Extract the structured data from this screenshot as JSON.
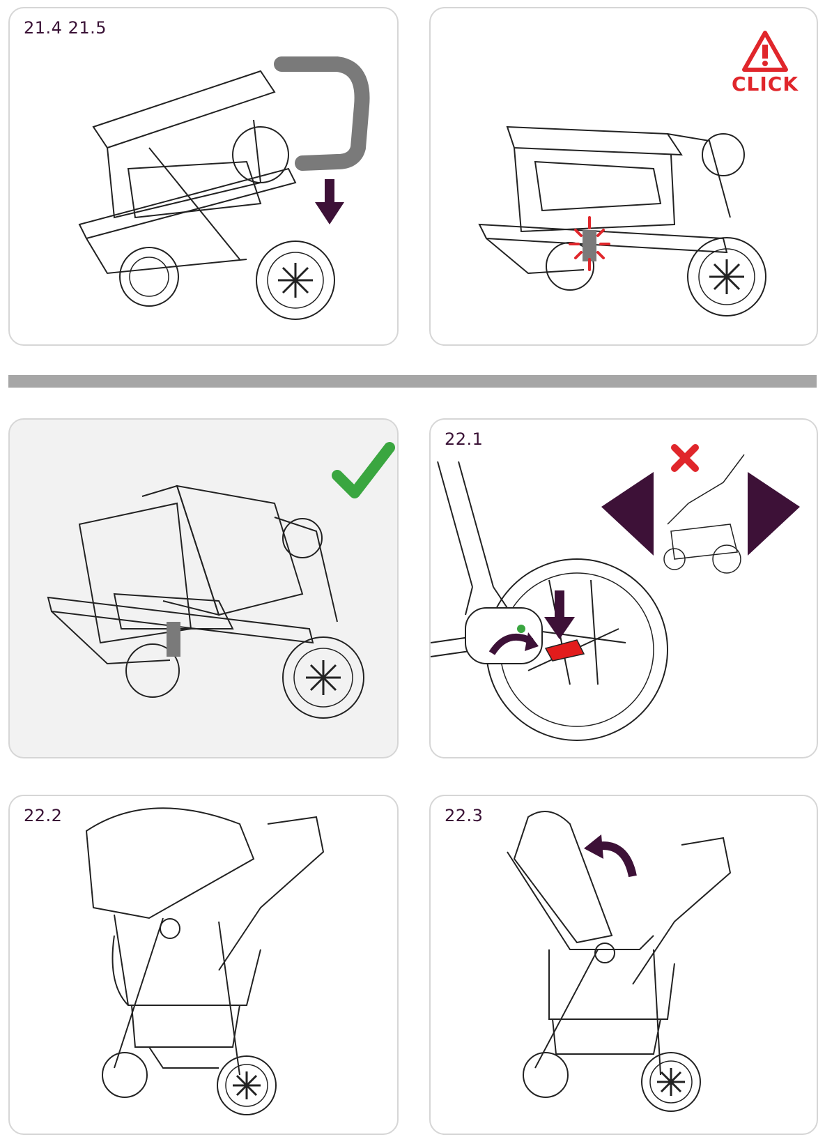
{
  "panels": [
    {
      "step": "21.4 21.5"
    },
    {
      "step": "",
      "warning_label": "CLICK"
    },
    {
      "step": ""
    },
    {
      "step": "22.1"
    },
    {
      "step": "22.2"
    },
    {
      "step": "22.3"
    }
  ],
  "colors": {
    "accent_purple": "#3d1137",
    "warning_red": "#e0262b",
    "check_green": "#3aa640",
    "handle_gray": "#7a7a7a",
    "divider_gray": "#a6a6a6",
    "panel_border": "#d6d6d6"
  },
  "icons": [
    "down-arrow-icon",
    "warning-triangle-icon",
    "click-burst-icon",
    "checkmark-icon",
    "cross-icon",
    "left-arrow-icon",
    "right-arrow-icon",
    "curved-arrow-icon"
  ]
}
